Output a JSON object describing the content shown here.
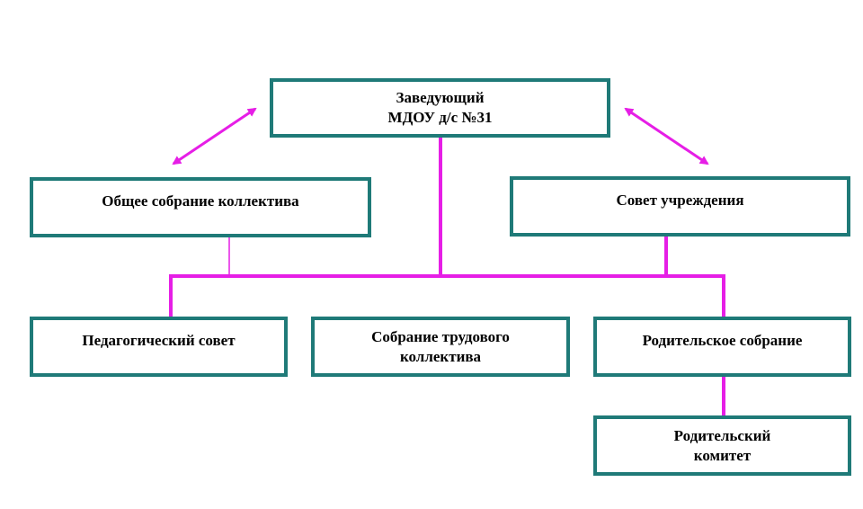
{
  "diagram": {
    "colors": {
      "box_border": "#1f7a78",
      "connector": "#e61ee6"
    },
    "nodes": {
      "head": {
        "lines": [
          "Заведующий",
          "МДОУ д/с №31"
        ]
      },
      "general_meeting": {
        "lines": [
          "Общее собрание коллектива"
        ]
      },
      "institution_council": {
        "lines": [
          "Совет учреждения"
        ]
      },
      "pedagogical_council": {
        "lines": [
          "Педагогический совет"
        ]
      },
      "labor_meeting": {
        "lines": [
          "Собрание трудового",
          "коллектива"
        ]
      },
      "parent_meeting": {
        "lines": [
          "Родительское собрание"
        ]
      },
      "parent_committee": {
        "lines": [
          "Родительский",
          "комитет"
        ]
      }
    }
  }
}
